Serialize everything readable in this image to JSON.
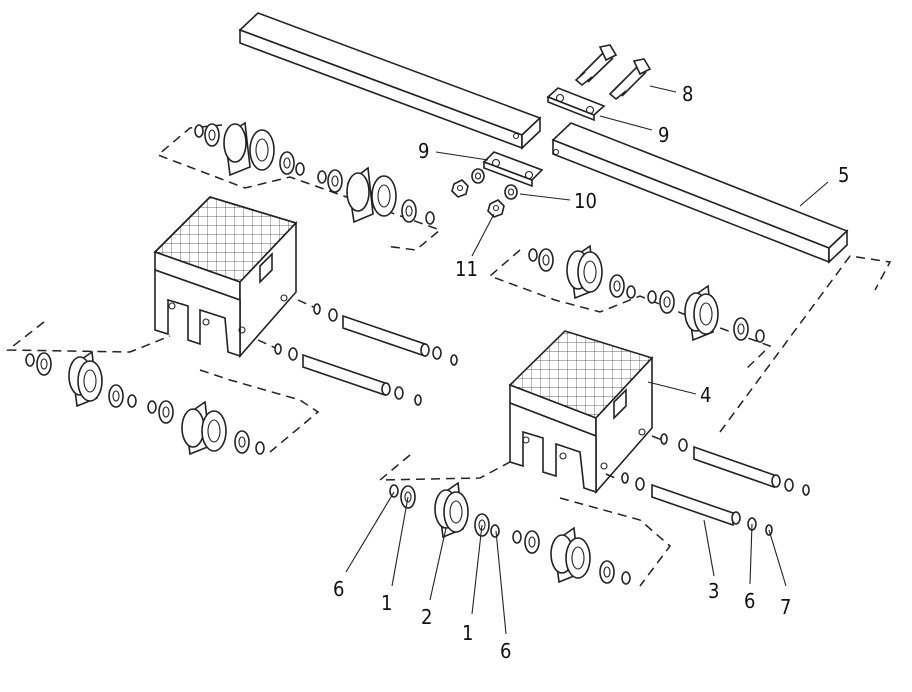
{
  "diagram": {
    "callouts": {
      "c1a": "1",
      "c1b": "1",
      "c2": "2",
      "c3": "3",
      "c4": "4",
      "c5": "5",
      "c6a": "6",
      "c6b": "6",
      "c6c": "6",
      "c7": "7",
      "c8": "8",
      "c9a": "9",
      "c9b": "9",
      "c10": "10",
      "c11": "11"
    }
  }
}
